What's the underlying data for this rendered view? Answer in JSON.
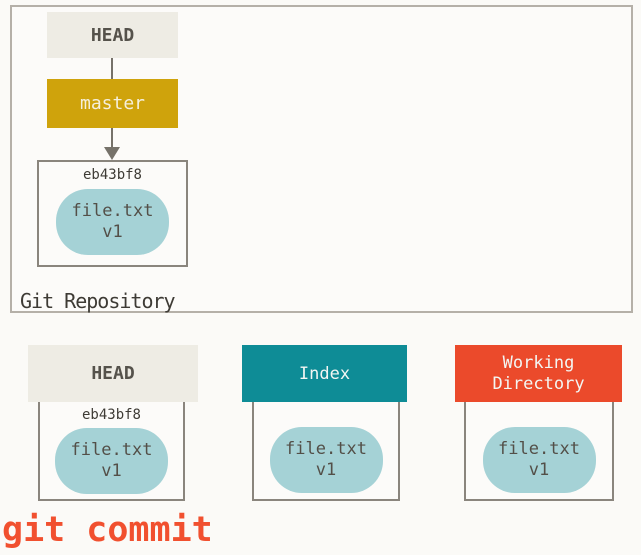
{
  "colors": {
    "page_bg": "#fbfaf7",
    "box_bg": "#fcfbf9",
    "box_border": "#b5b0a8",
    "inner_border": "#8a857d",
    "head_bg": "#eeece4",
    "head_text": "#55524b",
    "master_bg": "#cfa30c",
    "master_text": "#f5efdc",
    "index_bg": "#0e8c96",
    "workdir_bg": "#eb4a2b",
    "header_light_text": "#f3f6f3",
    "blob_bg": "#a5d2d6",
    "blob_text": "#534f48",
    "line": "#76726a",
    "text_dark": "#3e3b35",
    "command_text": "#f1502f"
  },
  "repository": {
    "label": "Git Repository",
    "head": {
      "label": "HEAD"
    },
    "branch": {
      "label": "master"
    },
    "commit": {
      "id": "eb43bf8",
      "blob": {
        "file": "file.txt",
        "version": "v1"
      }
    }
  },
  "columns": [
    {
      "id": "head",
      "header": "HEAD",
      "commit_id": "eb43bf8",
      "blob": {
        "file": "file.txt",
        "version": "v1"
      }
    },
    {
      "id": "index",
      "header": "Index",
      "blob": {
        "file": "file.txt",
        "version": "v1"
      }
    },
    {
      "id": "working-directory",
      "header": "Working Directory",
      "blob": {
        "file": "file.txt",
        "version": "v1"
      }
    }
  ],
  "command": {
    "label": "git commit"
  }
}
